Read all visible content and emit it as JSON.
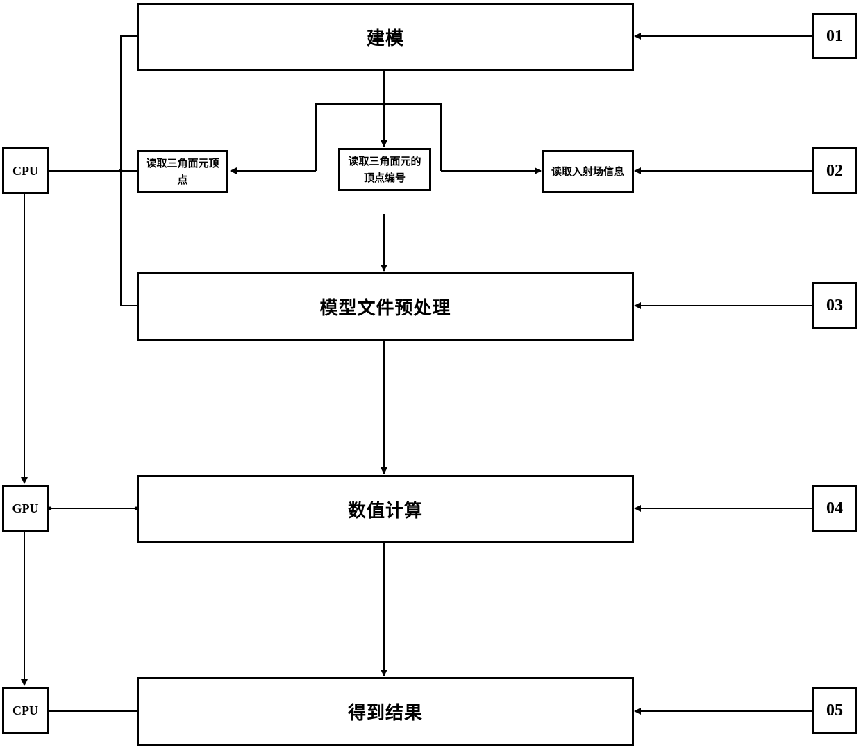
{
  "main_steps": {
    "modeling": "建模",
    "preprocess": "模型文件预处理",
    "compute": "数值计算",
    "result": "得到结果"
  },
  "sub_steps": {
    "read_vertices": "读取三角面元顶点",
    "read_vertex_ids": "读取三角面元的顶点编号",
    "read_incident_field": "读取入射场信息"
  },
  "processors": {
    "cpu_top": "CPU",
    "gpu": "GPU",
    "cpu_bottom": "CPU"
  },
  "step_labels": {
    "s01": "01",
    "s02": "02",
    "s03": "03",
    "s04": "04",
    "s05": "05"
  }
}
